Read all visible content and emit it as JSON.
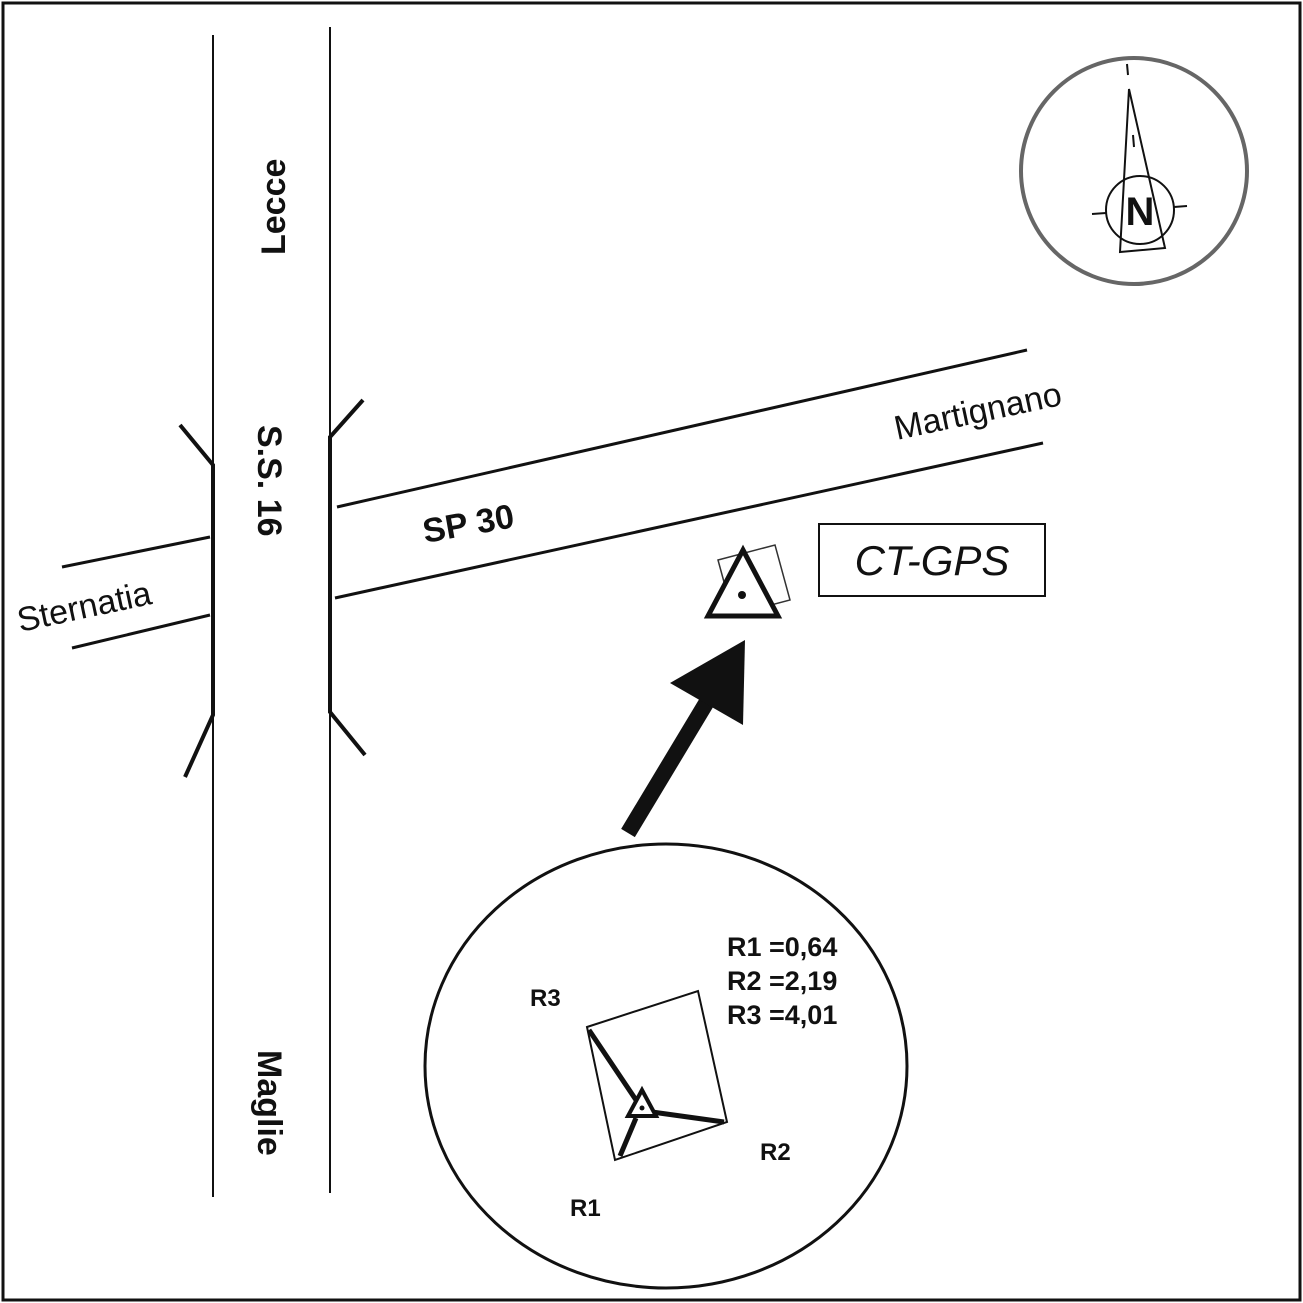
{
  "roads": {
    "main_road": "S.S. 16",
    "north_destination": "Lecce",
    "south_destination": "Maglie",
    "cross_road": "SP 30",
    "east_destination": "Martignano",
    "west_destination": "Sternatia"
  },
  "station": {
    "label": "CT-GPS"
  },
  "compass": {
    "label": "N"
  },
  "inset": {
    "reference_labels": [
      "R1",
      "R2",
      "R3"
    ],
    "distances": [
      "R1 =0,64",
      "R2 =2,19",
      "R3 =4,01"
    ]
  }
}
